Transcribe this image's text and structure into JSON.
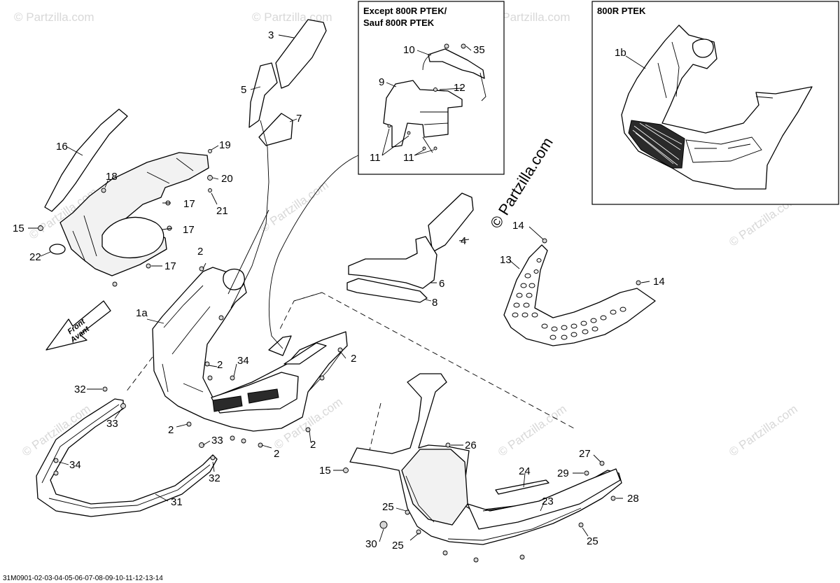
{
  "watermarks": {
    "small": "© Partzilla.com",
    "big": "© Partzilla.com"
  },
  "inset_except": {
    "title_line1": "Except 800R PTEK/",
    "title_line2": "Sauf 800R PTEK",
    "callouts": [
      "10",
      "35",
      "9",
      "12",
      "11",
      "11"
    ]
  },
  "inset_ptek": {
    "title": "800R PTEK",
    "callouts": [
      "1b"
    ]
  },
  "front_arrow": {
    "line1": "Front",
    "line2": "Avant"
  },
  "callouts": {
    "c3": "3",
    "c5": "5",
    "c7": "7",
    "c16": "16",
    "c19": "19",
    "c18": "18",
    "c20": "20",
    "c17a": "17",
    "c21": "21",
    "c15a": "15",
    "c17b": "17",
    "c22": "22",
    "c17c": "17",
    "c2a": "2",
    "c1a": "1a",
    "c4": "4",
    "c6": "6",
    "c8": "8",
    "c14a": "14",
    "c13": "13",
    "c14b": "14",
    "c2b": "2",
    "c34a": "34",
    "c2c": "2",
    "c32a": "32",
    "c33a": "33",
    "c2d": "2",
    "c33b": "33",
    "c2e": "2",
    "c2f": "2",
    "c34b": "34",
    "c32b": "32",
    "c31": "31",
    "c26": "26",
    "c15b": "15",
    "c24": "24",
    "c27": "27",
    "c29": "29",
    "c23": "23",
    "c28": "28",
    "c25a": "25",
    "c30": "30",
    "c25b": "25",
    "c25c": "25"
  },
  "figure_code": "31M0901-02-03-04-05-06-07-08-09-10-11-12-13-14"
}
